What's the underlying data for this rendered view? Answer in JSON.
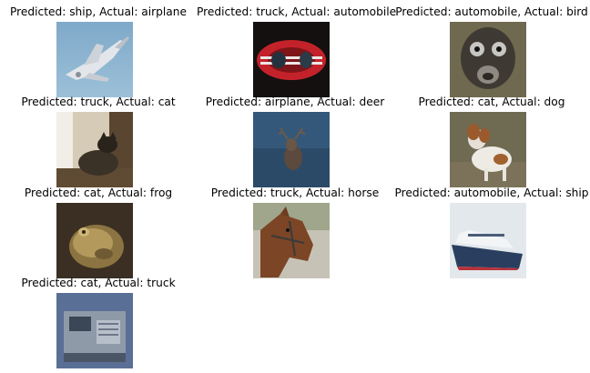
{
  "figure": {
    "panels": [
      {
        "title": "Predicted: ship, Actual: airplane",
        "subject": "airplane-image"
      },
      {
        "title": "Predicted: truck, Actual: automobile",
        "subject": "automobile-image"
      },
      {
        "title": "Predicted: automobile, Actual: bird",
        "subject": "bird-image"
      },
      {
        "title": "Predicted: truck, Actual: cat",
        "subject": "cat-image"
      },
      {
        "title": "Predicted: airplane, Actual: deer",
        "subject": "deer-image"
      },
      {
        "title": "Predicted: cat, Actual: dog",
        "subject": "dog-image"
      },
      {
        "title": "Predicted: cat, Actual: frog",
        "subject": "frog-image"
      },
      {
        "title": "Predicted: truck, Actual: horse",
        "subject": "horse-image"
      },
      {
        "title": "Predicted: automobile, Actual: ship",
        "subject": "ship-image"
      },
      {
        "title": "Predicted: cat, Actual: truck",
        "subject": "truck-image"
      }
    ]
  }
}
